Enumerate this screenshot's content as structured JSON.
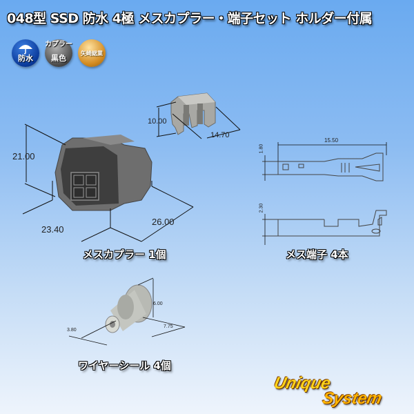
{
  "header": {
    "title": "048型 SSD 防水 4極 メスカプラー・端子セット ホルダー付属"
  },
  "badges": [
    {
      "id": "waterproof",
      "icon": "umbrella-icon",
      "label": "防水",
      "color": "#0a3a9a"
    },
    {
      "id": "coupler-color",
      "label_top": "カプラー",
      "label": "黒色",
      "color": "#4a4a4a"
    },
    {
      "id": "maker",
      "label": "矢崎総業",
      "color": "#d28a20"
    }
  ],
  "parts": {
    "holder": {
      "dimensions": {
        "height": "10.00",
        "width": "14.70"
      }
    },
    "coupler": {
      "caption": "メスカプラー 1個",
      "dimensions": {
        "height": "21.00",
        "width": "23.40",
        "depth": "26.00"
      }
    },
    "terminal": {
      "caption": "メス端子 4本",
      "dimensions": {
        "length": "15.50",
        "thickness_top": "1.80",
        "height_side": "2.30"
      }
    },
    "wire_seal": {
      "caption": "ワイヤーシール 4個",
      "dimensions": {
        "outer": "6.00",
        "length": "7.75",
        "inner": "3.80"
      }
    }
  },
  "logo": {
    "line1": "Unique",
    "line2": "System",
    "colors": {
      "primary": "#ffd21a",
      "secondary": "#ffb400"
    }
  }
}
